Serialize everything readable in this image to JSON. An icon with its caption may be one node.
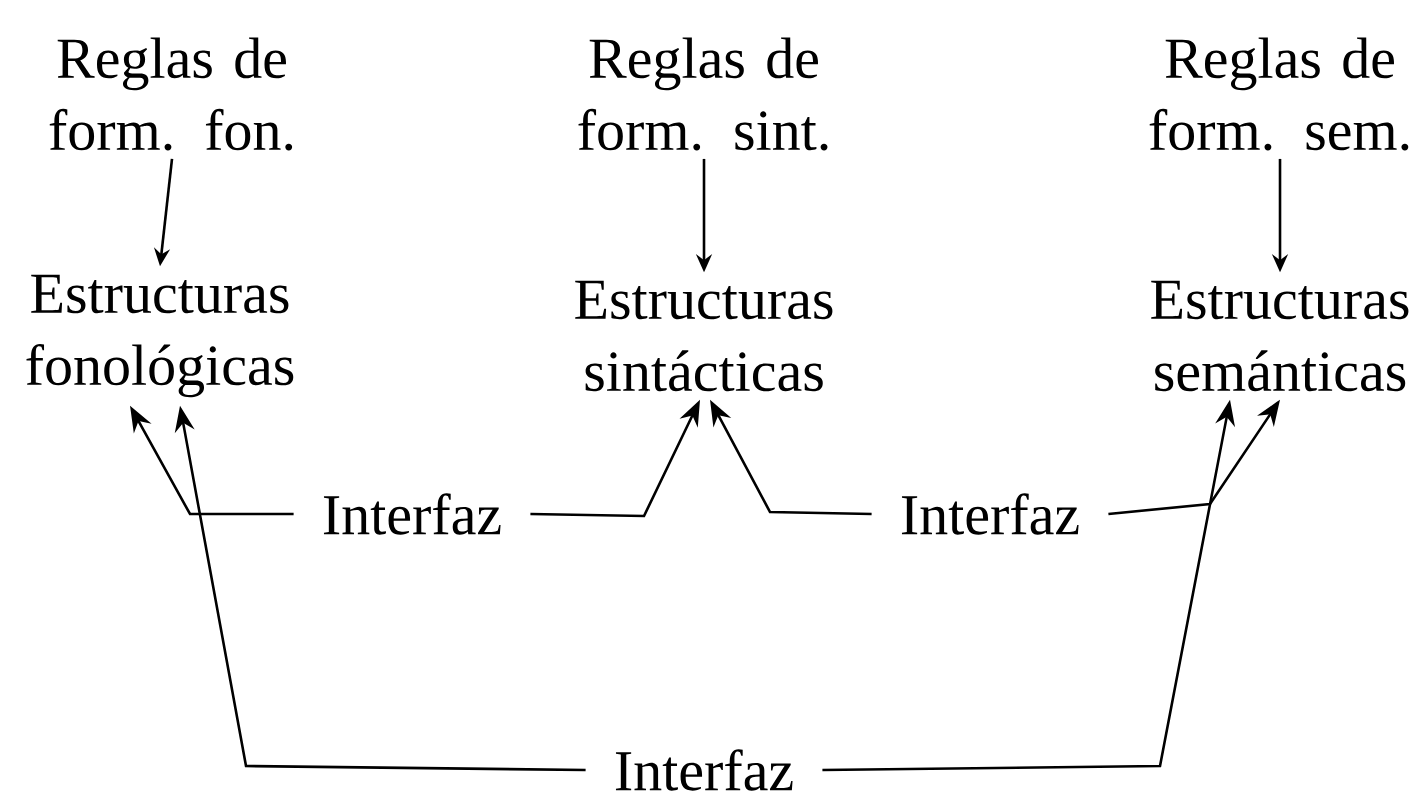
{
  "diagram": {
    "nodes": [
      {
        "text": [
          "Reglas de form. fon."
        ]
      },
      {
        "text": [
          "Reglas de form. sint."
        ]
      },
      {
        "text": [
          "Reglas de form. sem."
        ]
      },
      {
        "text": [
          "Estructuras fonológicas"
        ]
      },
      {
        "text": [
          "Estructuras sintácticas"
        ]
      },
      {
        "text": [
          "Estructuras semánticas"
        ]
      },
      {
        "text": [
          "Interfaz"
        ]
      },
      {
        "text": [
          "Interfaz"
        ]
      },
      {
        "text": [
          "Interfaz"
        ]
      }
    ],
    "edges": [
      {
        "from": 0,
        "to": 3,
        "arrow": "to"
      },
      {
        "from": 1,
        "to": 4,
        "arrow": "to"
      },
      {
        "from": 2,
        "to": 5,
        "arrow": "to"
      },
      {
        "from": 6,
        "to": 3,
        "arrow": "to"
      },
      {
        "from": 6,
        "to": 4,
        "arrow": "to"
      },
      {
        "from": 7,
        "to": 4,
        "arrow": "to"
      },
      {
        "from": 7,
        "to": 5,
        "arrow": "to"
      },
      {
        "from": 8,
        "to": 3,
        "arrow": "to"
      },
      {
        "from": 8,
        "to": 5,
        "arrow": "to"
      }
    ]
  }
}
